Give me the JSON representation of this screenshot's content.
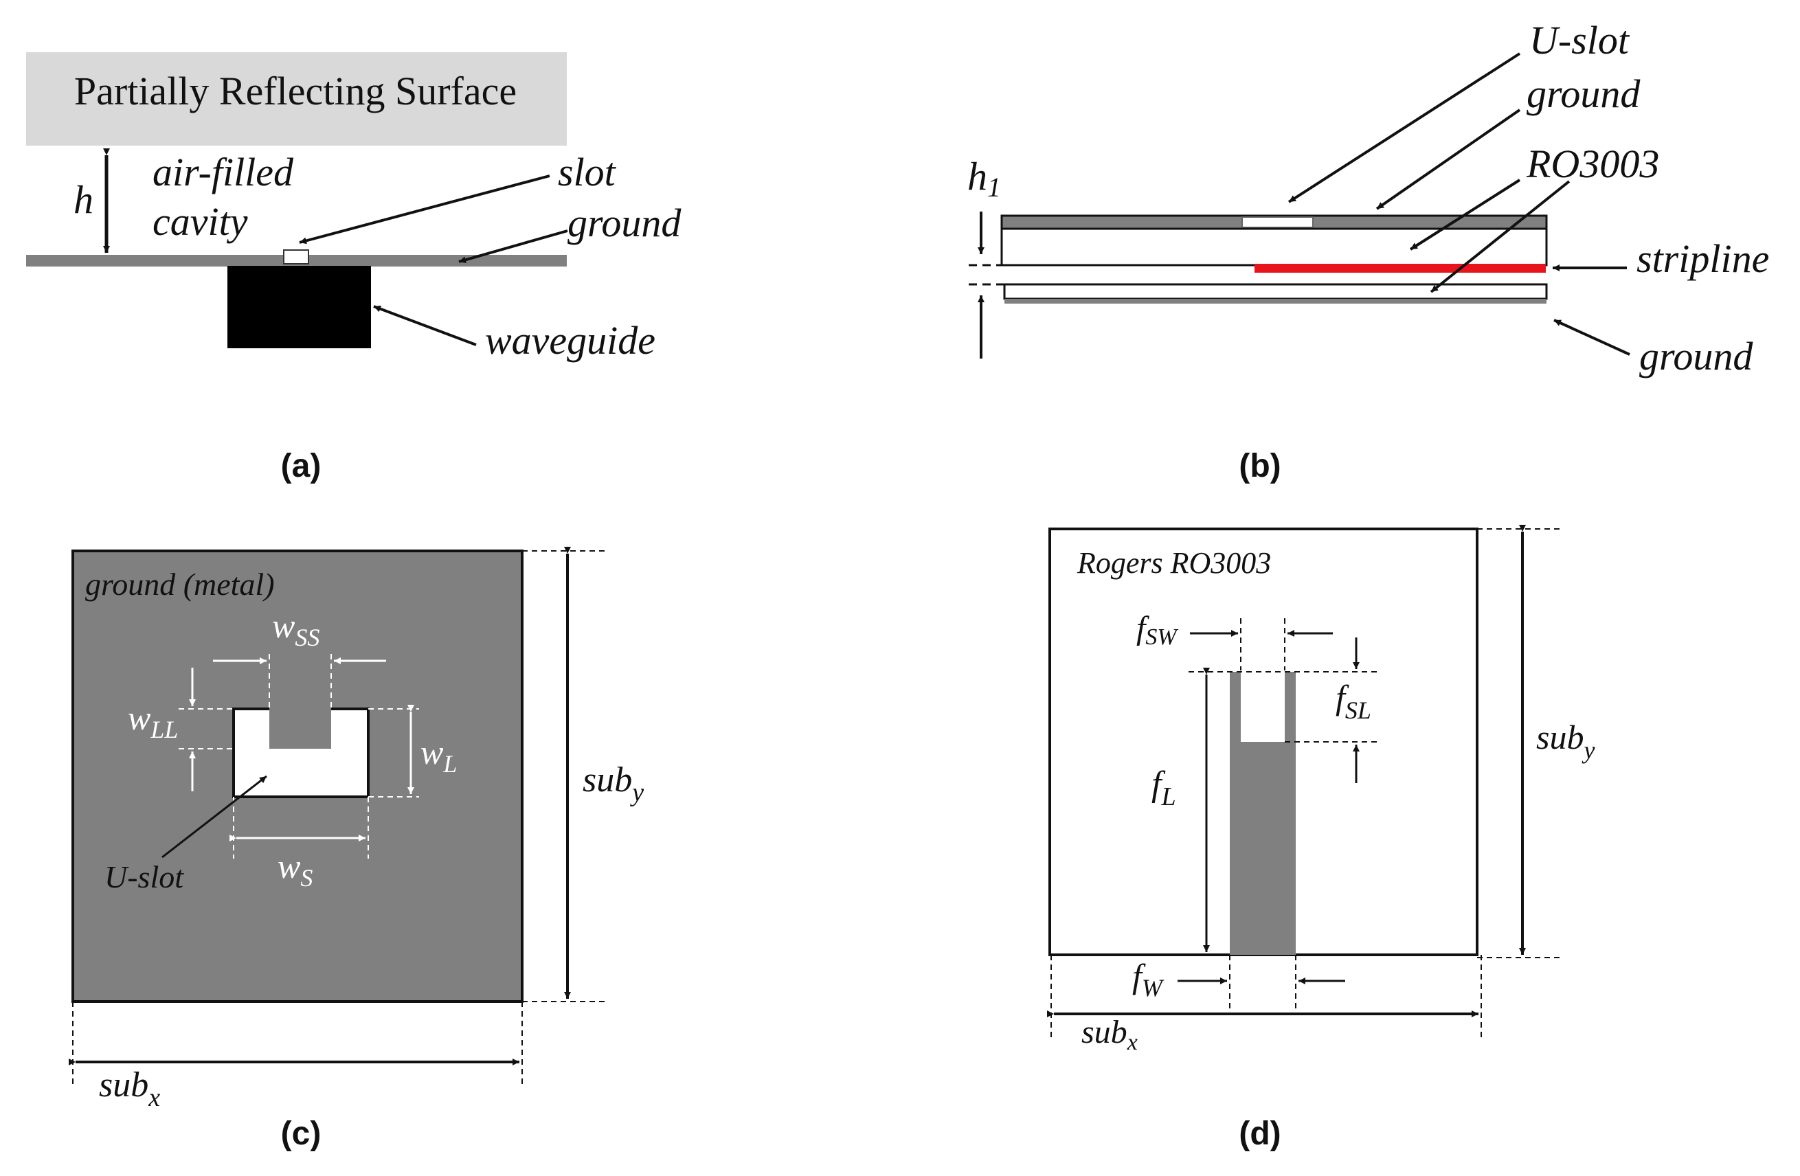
{
  "panel_a": {
    "prs_label": "Partially Reflecting Surface",
    "h_label": "h",
    "cavity_line1": "air-filled",
    "cavity_line2": "cavity",
    "slot_label": "slot",
    "ground_label": "ground",
    "waveguide_label": "waveguide",
    "caption": "(a)"
  },
  "panel_b": {
    "h1_label": "h",
    "h1_sub": "1",
    "uslot_label": "U-slot",
    "ground_top_label": "ground",
    "ro_label": "RO3003",
    "stripline_label": "stripline",
    "ground_bottom_label": "ground",
    "caption": "(b)",
    "stripline_color": "#e8141c"
  },
  "panel_c": {
    "ground_label": "ground (metal)",
    "wss_main": "w",
    "wss_sub": "SS",
    "wll_main": "w",
    "wll_sub": "LL",
    "wl_main": "w",
    "wl_sub": "L",
    "ws_main": "w",
    "ws_sub": "S",
    "uslot_label": "U-slot",
    "suby_main": "sub",
    "suby_sub": "y",
    "subx_main": "sub",
    "subx_sub": "x",
    "caption": "(c)",
    "metal_color": "#808080"
  },
  "panel_d": {
    "substrate_label": "Rogers RO3003",
    "fsw_main": "f",
    "fsw_sub": "SW",
    "fsl_main": "f",
    "fsl_sub": "SL",
    "fl_main": "f",
    "fl_sub": "L",
    "fw_main": "f",
    "fw_sub": "W",
    "suby_main": "sub",
    "suby_sub": "y",
    "subx_main": "sub",
    "subx_sub": "x",
    "caption": "(d)"
  }
}
